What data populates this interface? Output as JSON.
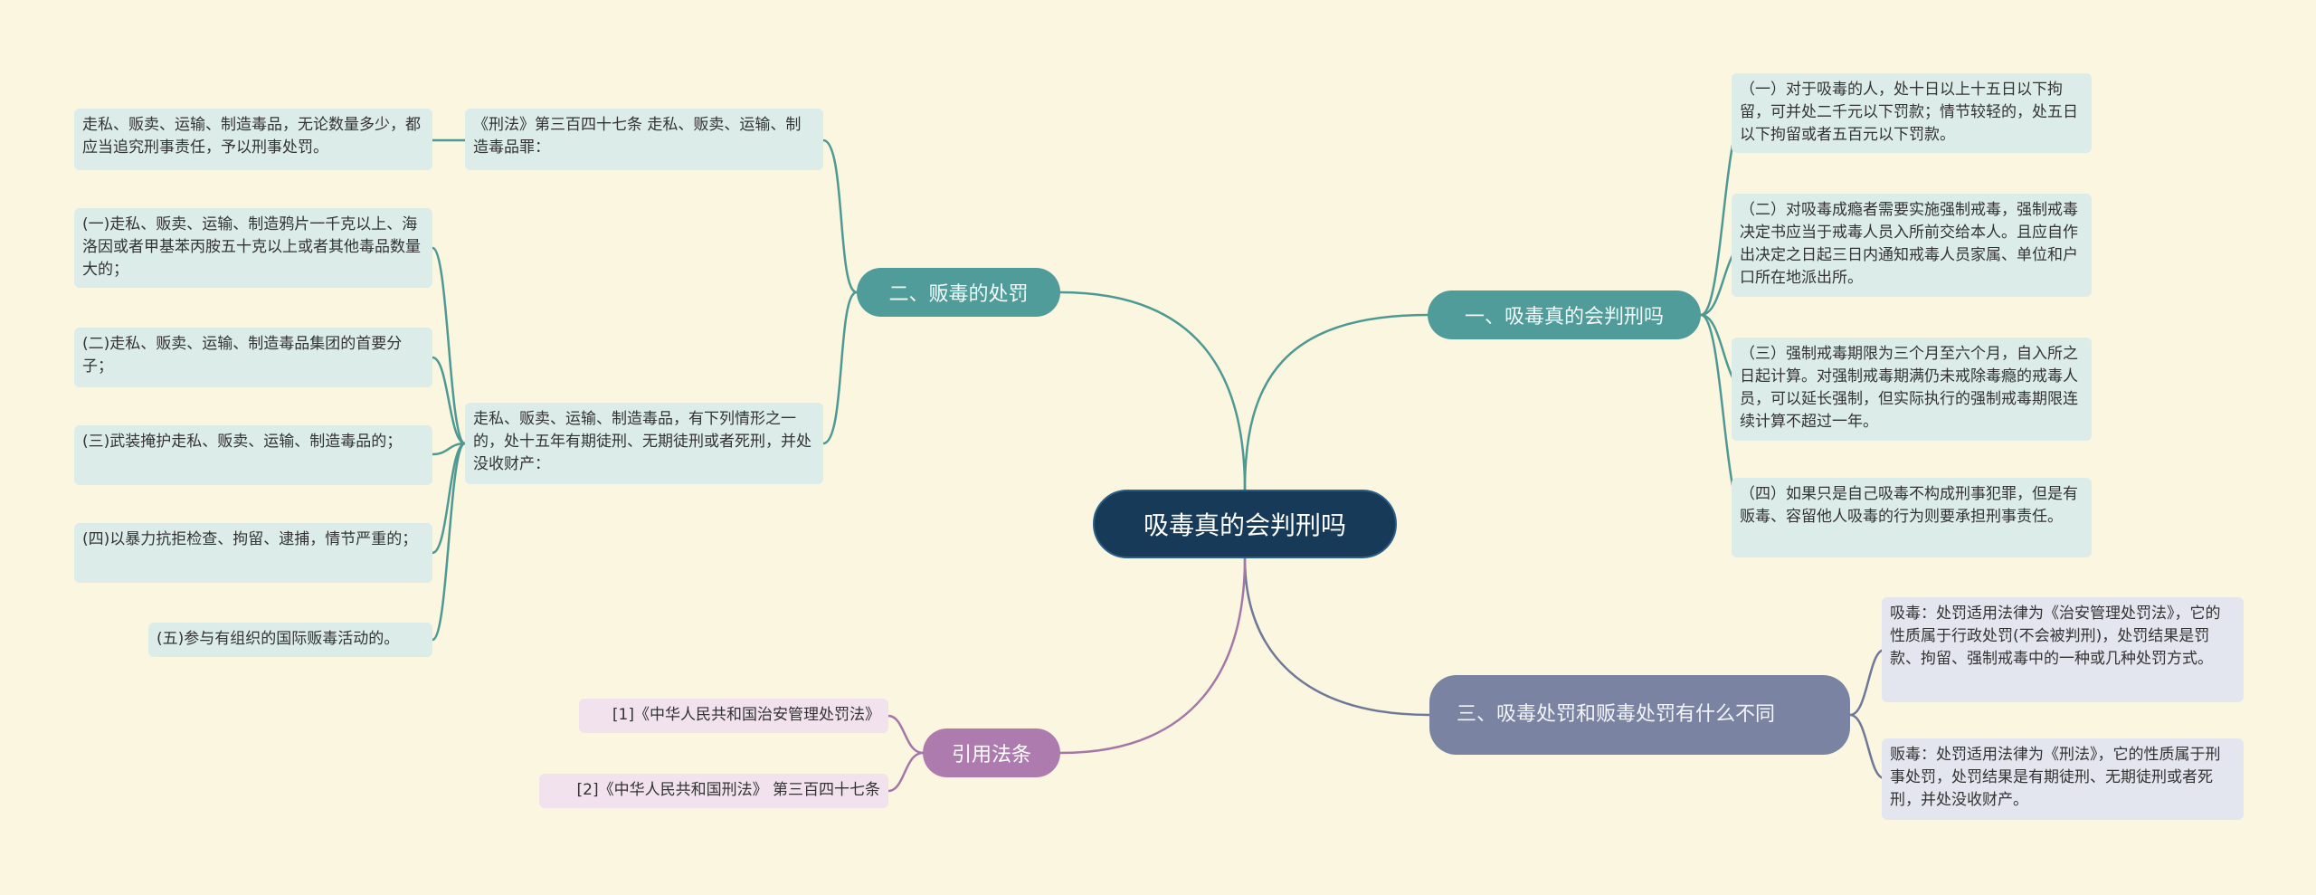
{
  "colors": {
    "background": "#FBF6E0",
    "root": "#173A58",
    "teal": "#4F9C9A",
    "slate": "#7A83A2",
    "purple": "#AE7BAE",
    "line_teal": "#4D9993",
    "line_slate": "#6E7898",
    "line_purple": "#A477A7"
  },
  "root": {
    "label": "吸毒真的会判刑吗"
  },
  "branch1": {
    "label": "一、吸毒真的会判刑吗",
    "items": [
      "（一）对于吸毒的人，处十日以上十五日以下拘留，可并处二千元以下罚款；情节较轻的，处五日以下拘留或者五百元以下罚款。",
      "（二）对吸毒成瘾者需要实施强制戒毒，强制戒毒决定书应当于戒毒人员入所前交给本人。且应自作出决定之日起三日内通知戒毒人员家属、单位和户口所在地派出所。",
      "（三）强制戒毒期限为三个月至六个月，自入所之日起计算。对强制戒毒期满仍未戒除毒瘾的戒毒人员，可以延长强制，但实际执行的强制戒毒期限连续计算不超过一年。",
      "（四）如果只是自己吸毒不构成刑事犯罪，但是有贩毒、容留他人吸毒的行为则要承担刑事责任。"
    ]
  },
  "branch2": {
    "label": "二、贩毒的处罚",
    "sub1": {
      "label": "《刑法》第三百四十七条 走私、贩卖、运输、制造毒品罪：",
      "items": [
        "走私、贩卖、运输、制造毒品，无论数量多少，都应当追究刑事责任，予以刑事处罚。"
      ]
    },
    "sub2": {
      "label": "走私、贩卖、运输、制造毒品，有下列情形之一的，处十五年有期徒刑、无期徒刑或者死刑，并处没收财产：",
      "items": [
        "(一)走私、贩卖、运输、制造鸦片一千克以上、海洛因或者甲基苯丙胺五十克以上或者其他毒品数量大的；",
        "(二)走私、贩卖、运输、制造毒品集团的首要分子；",
        "(三)武装掩护走私、贩卖、运输、制造毒品的；",
        "(四)以暴力抗拒检查、拘留、逮捕，情节严重的；",
        "(五)参与有组织的国际贩毒活动的。"
      ]
    }
  },
  "branch3": {
    "label": "三、吸毒处罚和贩毒处罚有什么不同",
    "items": [
      "吸毒：处罚适用法律为《治安管理处罚法》，它的性质属于行政处罚(不会被判刑)，处罚结果是罚款、拘留、强制戒毒中的一种或几种处罚方式。",
      "贩毒：处罚适用法律为《刑法》，它的性质属于刑事处罚，处罚结果是有期徒刑、无期徒刑或者死刑，并处没收财产。"
    ]
  },
  "branch4": {
    "label": "引用法条",
    "items": [
      "[1]《中华人民共和国治安管理处罚法》",
      "[2]《中华人民共和国刑法》 第三百四十七条"
    ]
  }
}
